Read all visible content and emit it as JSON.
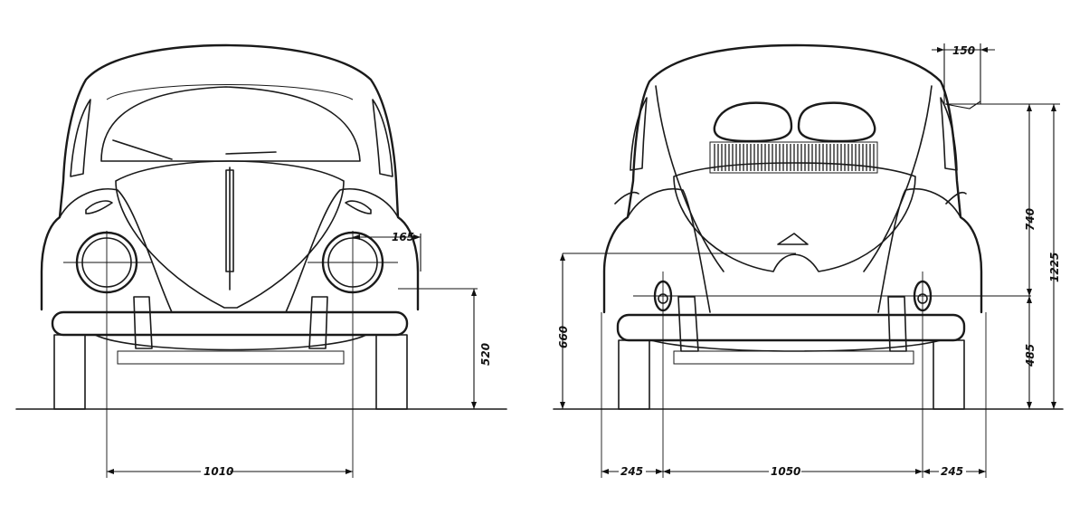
{
  "dimensions": {
    "front": {
      "headlamp_offset": "165",
      "bumper_height": "520",
      "track": "1010"
    },
    "rear": {
      "roof_overhang": "150",
      "lamp_to_roof": "740",
      "overall_height": "1225",
      "tail_lamp_height": "485",
      "bumper_top_height": "660",
      "left_offset": "245",
      "rear_track": "1050",
      "right_offset": "245"
    }
  }
}
